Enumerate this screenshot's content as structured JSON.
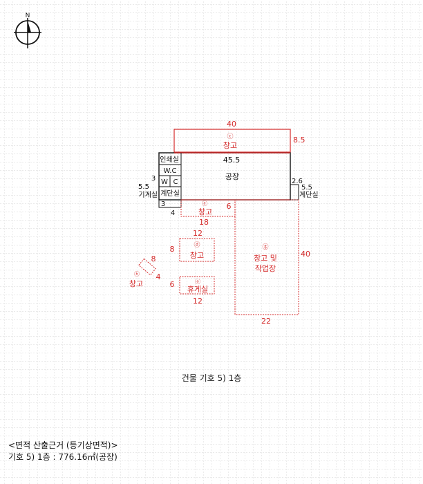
{
  "colors": {
    "grid": "#c9c9c9",
    "registered": "#111111",
    "unregistered": "#d42a2a"
  },
  "compass_label": "N",
  "building_caption": "건물 기호 5) 1층",
  "area_basis": {
    "heading": "<면적 산출근거 (등기상면적)>",
    "line": "기호 5) 1층 : 776.16㎡(공장)"
  },
  "labels": {
    "factory_name": "공장",
    "factory_width": "45.5",
    "print_room": "인쇄실",
    "wc_1": "W.C",
    "wc_2a": "W",
    "wc_2b": "C",
    "stair_room": "계단실",
    "stair_room_right": "계단실",
    "machine_room": "기계실",
    "dim_3_top": "3",
    "dim_55": "5.5",
    "dim_3_bottom": "3",
    "dim_4": "4",
    "dim_26": "2.6",
    "dim_54": "5.5",
    "wh_a_mark": "ⓒ",
    "wh_a_name": "창고",
    "wh_a_width": "40",
    "wh_a_depth": "8.5",
    "wh_b_mark": "ⓔ",
    "wh_b_name": "창고",
    "wh_b_depth": "6",
    "wh_b_width": "18",
    "wh_c_mark": "ⓓ",
    "wh_c_name": "창고",
    "wh_c_width": "12",
    "wh_c_depth": "8",
    "rest_mark": "ⓞ",
    "rest_name": "휴게실",
    "rest_width": "12",
    "rest_depth": "6",
    "shed_mark": "ⓗ",
    "shed_name": "창고",
    "shed_a": "8",
    "shed_b": "4",
    "work_mark": "ⓖ",
    "work_name_1": "창고 및",
    "work_name_2": "작업장",
    "work_height": "40",
    "work_width": "22"
  }
}
